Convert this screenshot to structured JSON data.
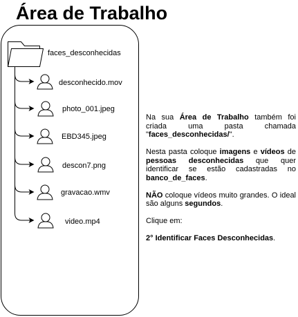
{
  "title": "Área de Trabalho",
  "folder": {
    "name": "faces_desconhecidas",
    "icon": "folder-icon"
  },
  "files": [
    {
      "name": "desconhecido.mov",
      "icon": "person-icon"
    },
    {
      "name": "photo_001.jpeg",
      "icon": "person-icon"
    },
    {
      "name": "EBD345.jpeg",
      "icon": "person-icon"
    },
    {
      "name": "descon7.png",
      "icon": "person-icon"
    },
    {
      "name": "gravacao.wmv",
      "icon": "person-icon"
    },
    {
      "name": "video.mp4",
      "icon": "person-icon"
    }
  ],
  "description": {
    "p1": {
      "t1": "Na sua ",
      "b1": "Área de Trabalho",
      "t2": " também foi criada uma pasta chamada \"",
      "b2": "faces_desconhecidas/",
      "t3": "\"."
    },
    "p2": {
      "t1": "Nesta pasta coloque ",
      "b1": "imagens",
      "t2": " e ",
      "b2": "vídeos",
      "t3": " de ",
      "b3": "pessoas desconhecidas",
      "t4": " que quer identificar se estão cadastradas no ",
      "b4": "banco_de_faces",
      "t5": "."
    },
    "p3": {
      "b1": "NÃO",
      "t1": " coloque vídeos muito grandes. O ideal são alguns ",
      "b2": "segundos",
      "t2": "."
    },
    "p4": {
      "t1": "Clique em:"
    },
    "p5": {
      "b1": "2° Identificar Faces Desconhecidas",
      "t1": "."
    }
  },
  "colors": {
    "stroke": "#000000",
    "background": "#ffffff"
  }
}
